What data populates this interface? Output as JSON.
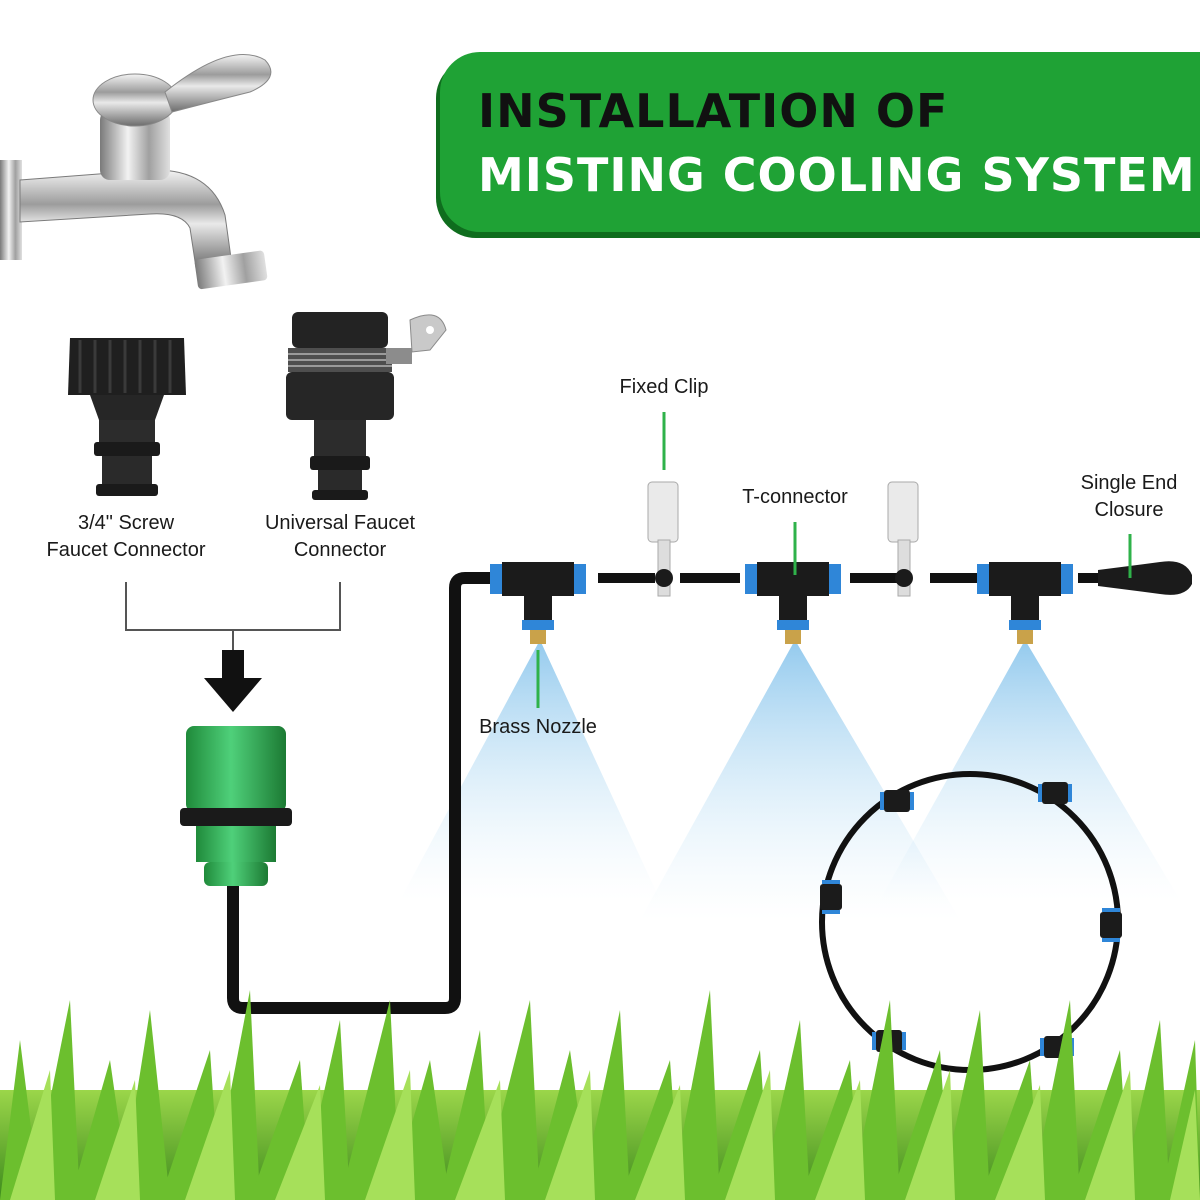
{
  "title": {
    "line1": "INSTALLATION OF",
    "line2": "MISTING COOLING SYSTEM"
  },
  "labels": {
    "screw_connector_line1": "3/4\" Screw",
    "screw_connector_line2": "Faucet Connector",
    "universal_connector_line1": "Universal Faucet",
    "universal_connector_line2": "Connector",
    "fixed_clip": "Fixed Clip",
    "t_connector": "T-connector",
    "end_closure_line1": "Single End",
    "end_closure_line2": "Closure",
    "brass_nozzle": "Brass Nozzle"
  },
  "colors": {
    "banner_green": "#1fa235",
    "connector_green": "#2ea84a",
    "tube_black": "#111111",
    "fitting_blue": "#2f86d8",
    "leader_green": "#2fb24a"
  },
  "icons": [
    "faucet-icon",
    "screw-connector-icon",
    "universal-connector-icon",
    "quick-connector-icon",
    "t-connector-icon",
    "fixed-clip-icon",
    "end-closure-icon",
    "mist-ring-icon",
    "grass-icon"
  ]
}
